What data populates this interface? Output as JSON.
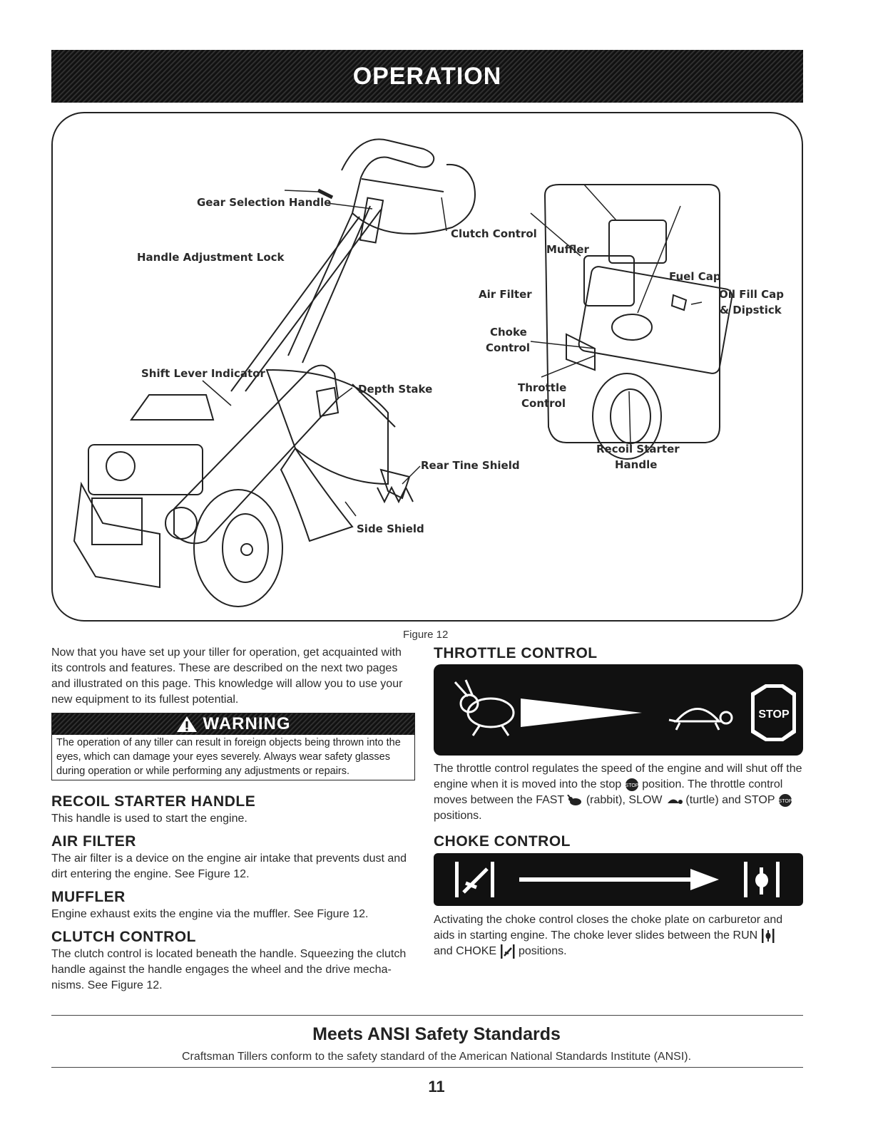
{
  "header": {
    "title": "OPERATION"
  },
  "figure": {
    "caption": "Figure 12",
    "labels": {
      "gear_selection_handle": "Gear Selection Handle",
      "handle_adjustment_lock": "Handle Adjustment Lock",
      "clutch_control": "Clutch Control",
      "muffler": "Muffler",
      "fuel_cap": "Fuel Cap",
      "oil_fill_cap": "Oil Fill Cap",
      "dipstick": "& Dipstick",
      "air_filter": "Air Filter",
      "choke": "Choke",
      "control_choke": "Control",
      "shift_lever_indicator": "Shift Lever Indicator",
      "depth_stake": "Depth Stake",
      "throttle": "Throttle",
      "control_throttle": "Control",
      "recoil_starter": "Recoil Starter",
      "handle": "Handle",
      "rear_tine_shield": "Rear Tine Shield",
      "side_shield": "Side Shield"
    }
  },
  "intro": "Now that you have set up your tiller for operation, get acquainted with its controls and features. These are described on the next two pages and illustrated on this page. This knowledge will allow you to use your new equipment to its fullest potential.",
  "warning": {
    "title": "WARNING",
    "text": "The operation of any tiller can result in foreign objects being thrown into the eyes, which can damage your eyes severely. Always wear safety glasses during operation or while performing any adjustments or repairs."
  },
  "sections_left": {
    "recoil": {
      "title": "RECOIL STARTER HANDLE",
      "text": "This handle is used to start the engine."
    },
    "air_filter": {
      "title": "AIR FILTER",
      "text": "The air filter is a device on the engine air intake that prevents dust and dirt entering the engine. See Figure 12."
    },
    "muffler": {
      "title": "MUFFLER",
      "text": "Engine exhaust exits the engine via the muffler. See Figure 12."
    },
    "clutch": {
      "title": "CLUTCH CONTROL",
      "text": "The clutch control is located beneath the handle. Squeezing the clutch handle against the handle engages the wheel and the drive mecha-nisms. See Figure 12."
    }
  },
  "throttle": {
    "title": "THROTTLE CONTROL",
    "stop_label": "STOP",
    "text_1": "The throttle control regulates the speed of the engine and will shut off the engine when it is moved into the stop",
    "text_2": "position. The throttle control moves between the FAST",
    "text_3": "(rabbit), SLOW",
    "text_4": "(turtle) and STOP",
    "text_5": "positions."
  },
  "choke": {
    "title": "CHOKE CONTROL",
    "text_1": "Activating the choke control closes the choke plate on carburetor and aids in starting engine. The choke lever slides between the RUN",
    "text_2": "and CHOKE",
    "text_3": "positions."
  },
  "footer": {
    "title": "Meets ANSI Safety Standards",
    "subtitle": "Craftsman Tillers conform to the safety standard of the American National Standards Institute (ANSI).",
    "page_number": "11"
  },
  "icons": [
    "warning-triangle-icon",
    "rabbit-icon",
    "turtle-icon",
    "stop-icon",
    "choke-icon",
    "run-icon",
    "arrow-right-icon"
  ]
}
